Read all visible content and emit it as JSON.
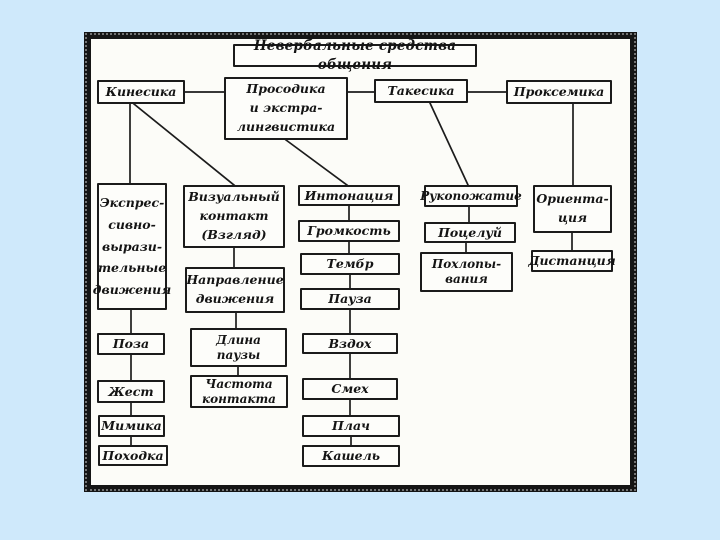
{
  "colors": {
    "page_background": "#cfe9fb",
    "frame_border": "#151515",
    "panel_background": "#fcfcf8",
    "box_border": "#1b1b1b",
    "line_color": "#1c1c1c",
    "text_color": "#141414"
  },
  "diagram": {
    "title": "Невербальные средства общения",
    "root": {
      "kinesika": "Кинесика",
      "prosodika": "Просодика\nи экстра-\nлингвистика",
      "takesika": "Такесика",
      "proksemika": "Проксемика"
    },
    "kinesika_branch": {
      "expressive": "Экспрес-\nсивно-\nвырази-\nтельные\nдвижения",
      "poza": "Поза",
      "zhest": "Жест",
      "mimika": "Мимика",
      "pohodka": "Походка",
      "visual_contact": "Визуальный\nконтакт\n(Взгляд)",
      "napravlenie": "Направление\nдвижения",
      "dlina_pauzy": "Длина\nпаузы",
      "chastota_kontakta": "Частота\nконтакта"
    },
    "prosodika_branch": {
      "intonacia": "Интонация",
      "gromkost": "Громкость",
      "tembr": "Тембр",
      "pauza": "Пауза",
      "vzdoh": "Вздох",
      "smeh": "Смех",
      "plach": "Плач",
      "kashel": "Кашель"
    },
    "takesika_branch": {
      "rukopozhatie": "Рукопожатие",
      "poceluy": "Поцелуй",
      "pohlopyvania": "Похлопы-\nвания"
    },
    "proksemika_branch": {
      "orientacia": "Ориента-\nция",
      "distancia": "Дистанция"
    }
  }
}
